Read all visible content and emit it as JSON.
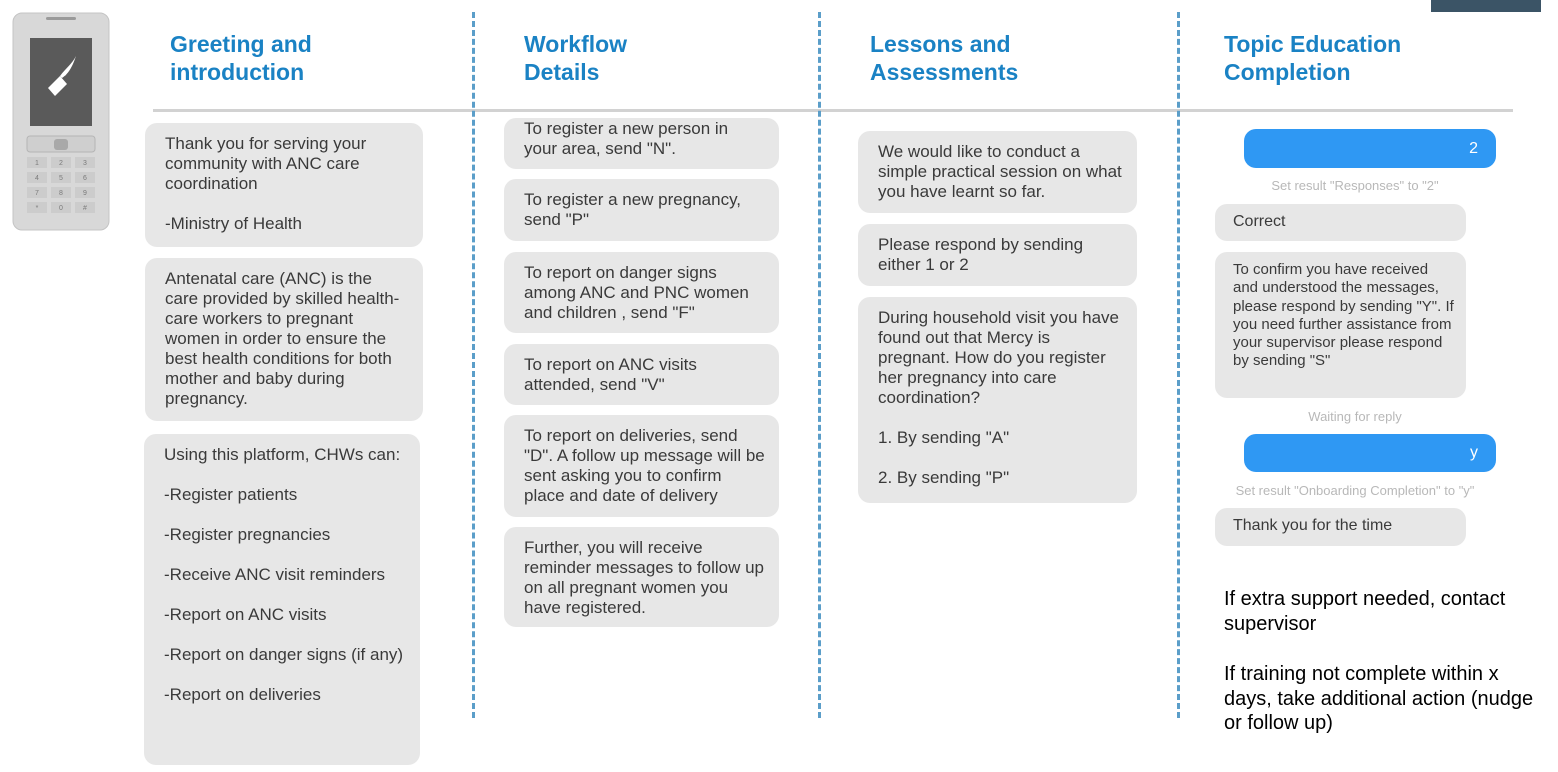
{
  "headers": [
    {
      "line1": "Greeting and",
      "line2": "introduction"
    },
    {
      "line1": "Workflow",
      "line2": "Details"
    },
    {
      "line1": "Lessons and",
      "line2": "Assessments"
    },
    {
      "line1": "Topic Education",
      "line2": "Completion"
    }
  ],
  "phone": {
    "keys": [
      "1",
      "2",
      "3",
      "4",
      "5",
      "6",
      "7",
      "8",
      "9",
      "*",
      "0",
      "#"
    ]
  },
  "greeting": [
    "Thank you for serving your community with ANC care coordination\n\n-Ministry of Health",
    "Antenatal care (ANC) is the care provided by skilled health-care workers to pregnant women in order to ensure the best health conditions for both mother and baby during pregnancy.",
    "Using this platform, CHWs can:\n\n-Register patients\n\n-Register pregnancies\n\n-Receive ANC visit reminders\n\n-Report on ANC visits\n\n-Report on danger signs (if any)\n\n-Report on deliveries"
  ],
  "workflow": [
    "To register a new person in your area, send \"N\".",
    "To register a new pregnancy, send \"P\"",
    "To report on danger signs among ANC and PNC women and children , send \"F\"",
    "To report on ANC visits attended, send \"V\"",
    "To report on deliveries, send \"D\". A follow up message will be sent asking you to confirm place and date of delivery",
    "Further, you will receive reminder messages to follow up on all pregnant women you have registered."
  ],
  "lessons": [
    "We would like to conduct a simple practical session on what you have learnt so far.",
    "Please respond by sending either 1 or 2",
    "During household visit you have found out that Mercy is pregnant. How do you register her pregnancy into care coordination?\n\n1. By sending \"A\"\n\n2. By sending \"P\""
  ],
  "completion": {
    "reply1": "2",
    "note1": "Set result \"Responses\" to \"2\"",
    "msg_correct": "Correct",
    "msg_confirm": "To confirm you have received and understood the messages, please respond by sending \"Y\". If you need further assistance from your supervisor please respond by sending \"S\"",
    "note2": "Waiting for reply",
    "reply2": "y",
    "note3": "Set result \"Onboarding Completion\" to \"y\"",
    "msg_thanks": "Thank you for the time",
    "footnote1": "If extra support needed, contact supervisor",
    "footnote2": "If training not complete within x days, take additional action (nudge or follow up)"
  },
  "colors": {
    "header": "#1a82c4",
    "divider": "#5b9ec9",
    "bubble": "#e7e7e7",
    "reply": "#2f98f3"
  }
}
